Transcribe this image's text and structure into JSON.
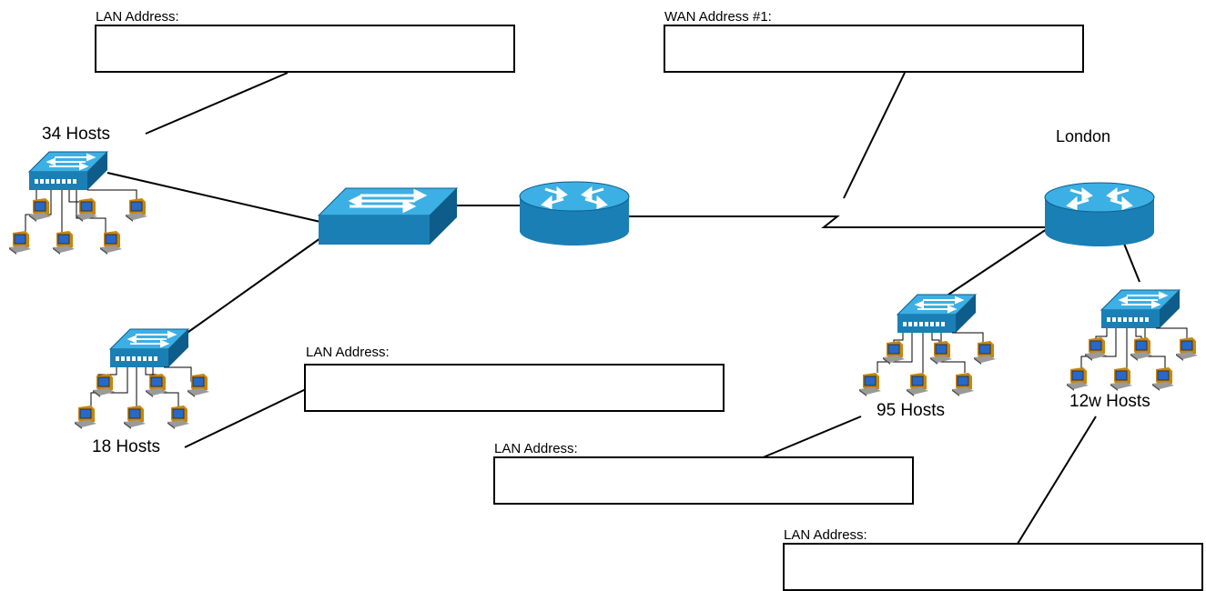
{
  "lan_address_label": "LAN Address:",
  "wan_address_label": "WAN Address #1:",
  "site_label": "London",
  "hosts": {
    "group_a": "34 Hosts",
    "group_b": "18 Hosts",
    "group_c": "95 Hosts",
    "group_d": "12w Hosts"
  },
  "address_fields": {
    "lan_1": "",
    "wan_1": "",
    "lan_2": "",
    "lan_3": "",
    "lan_4": ""
  },
  "colors": {
    "device_top": "#2fa3d8",
    "device_side": "#1a7fb5",
    "device_dark": "#0d5c8a",
    "pc_body": "#c8860c",
    "pc_screen": "#2868c8",
    "line": "#000000"
  },
  "icons": {
    "router": "router-icon",
    "switch": "switch-icon",
    "workgroup_switch": "workgroup-switch-icon",
    "pc": "pc-icon"
  }
}
